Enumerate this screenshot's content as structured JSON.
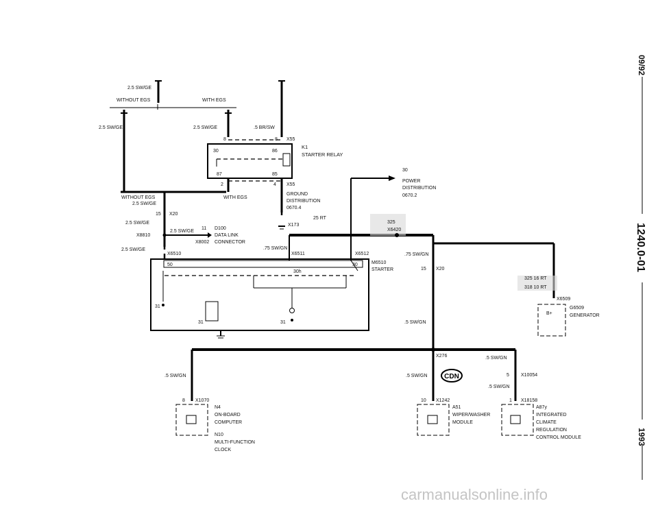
{
  "side": {
    "date": "09/92",
    "doc_number": "1240.0-01",
    "year": "1993"
  },
  "top": {
    "wire_without_egs": "2.5 SW/GE",
    "without_egs": "WITHOUT EGS",
    "with_egs": "WITH EGS",
    "wire_left": "2.5 SW/GE",
    "wire_mid": "2.5 SW/GE",
    "wire_br": ".5 BR/SW"
  },
  "relay": {
    "pin_8a": "8",
    "pin_8b": "8",
    "connector_top": "X55",
    "pin_30": "30",
    "pin_86": "86",
    "pin_87": "87",
    "pin_85": "85",
    "id": "K1",
    "name": "STARTER RELAY",
    "pin_2": "2",
    "pin_4": "4",
    "connector_bottom": "X55"
  },
  "ground": {
    "name1": "GROUND",
    "name2": "DISTRIBUTION",
    "ref": "0670.4",
    "connector": "X173"
  },
  "power": {
    "pin": "30",
    "name1": "POWER",
    "name2": "DISTRIBUTION",
    "ref": "0670.2"
  },
  "left": {
    "without_egs": "WITHOUT EGS",
    "wire_a": "2.5 SW/GE",
    "pin_15": "15",
    "x20": "X20",
    "with_egs": "WITH EGS",
    "wire_b": "2.5 SW/GE",
    "wire_c": "2.5 SW/GE",
    "pin_11": "11",
    "x8810": "X8810",
    "wire_d": "2.5 SW/GE",
    "d100": "D100",
    "data_link": "DATA LINK",
    "x8002": "X8002",
    "connector": "CONNECTOR",
    "x6510": "X6510",
    "pin_50": "50",
    "wire_e": ".75 SW/GN",
    "x6511": "X6511",
    "pin_30h": "30h",
    "pin_31a": "31",
    "pin_31b": "31",
    "pin_31c": "31"
  },
  "starter": {
    "x6512": "X6512",
    "pin_30": "30",
    "id": "M6510",
    "name": "STARTER",
    "wire_25rt": "25 RT",
    "splice": "325",
    "splice_conn": "X6420",
    "wire_75": ".75 SW/GN",
    "pin_15": "15",
    "x20": "X20"
  },
  "generator": {
    "wire_16": "325 16 RT",
    "wire_10": "318 10 RT",
    "connector": "X6509",
    "id": "G6509",
    "pin": "B+",
    "name": "GENERATOR"
  },
  "bottom": {
    "wire_mid": ".5 SW/GN",
    "x276": "X276",
    "wire_right_a": ".5 SW/GN",
    "wire_left": ".5 SW/GN",
    "wire_cdn": ".5 SW/GN",
    "cdn": "CDN",
    "pin_5": "5",
    "x10054": "X10054",
    "wire_right_b": ".5 SW/GN"
  },
  "modules": {
    "n4": {
      "pin": "8",
      "connector": "X1070",
      "id": "N4",
      "line1": "ON-BOARD",
      "line2": "COMPUTER",
      "id2": "N10",
      "line3": "MULTI-FUNCTION",
      "line4": "CLOCK"
    },
    "a51": {
      "pin": "10",
      "connector": "X1242",
      "id": "A51",
      "line1": "WIPER/WASHER",
      "line2": "MODULE"
    },
    "a87": {
      "pin": "1",
      "connector": "X18158",
      "id": "A87y",
      "line1": "INTEGRATED",
      "line2": "CLIMATE",
      "line3": "REGULATION",
      "line4": "CONTROL MODULE"
    }
  },
  "watermark": "carmanualsonline.info"
}
